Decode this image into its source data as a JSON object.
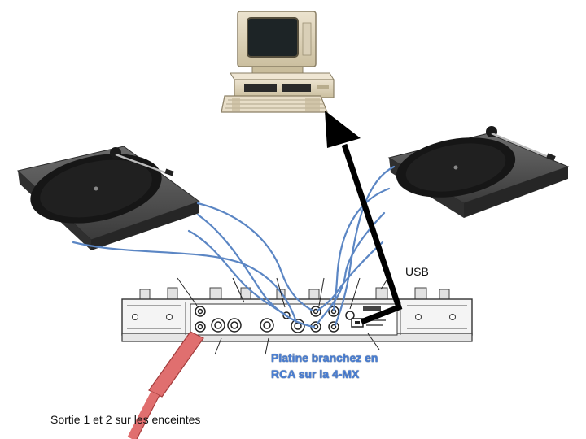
{
  "labels": {
    "usb": "USB",
    "rca_note": "Platine branchez en RCA sur la 4-MX",
    "speaker_output": "Sortie 1 et 2 sur les enceintes"
  },
  "colors": {
    "rca_cable": "#5b86c4",
    "usb_cable": "#000000",
    "speaker_cable": "#e06f6f",
    "rca_note_text": "#4a7fd4"
  }
}
